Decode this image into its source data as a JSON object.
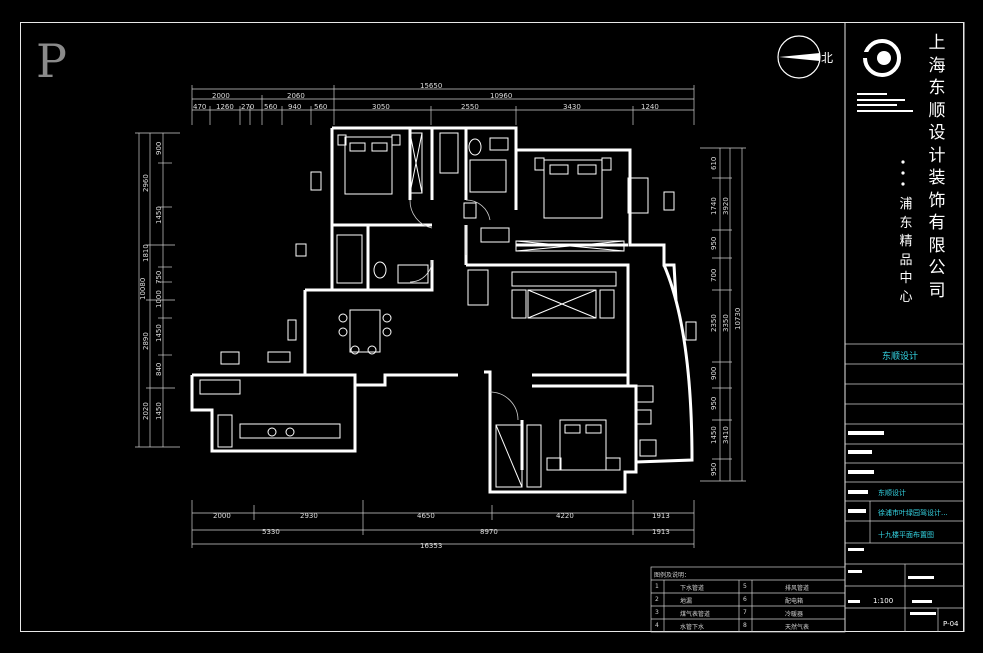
{
  "sheet_letter": "P",
  "north_label": "北",
  "title_block": {
    "company_chars": [
      "上",
      "海",
      "东",
      "顺",
      "设",
      "计",
      "装",
      "饰",
      "有",
      "限",
      "公",
      "司"
    ],
    "branch_chars": [
      "浦",
      "东",
      "精",
      "品",
      "中",
      "心"
    ],
    "brand_row": "东顺设计",
    "designer_label": "东顺设计",
    "project_label": "徐浦市叶绿园驾设计...",
    "drawing_name": "十九楼平面布置图",
    "scale_value": "1:100",
    "drawing_number": "P-04",
    "colors": {
      "accent_text": "#35d7e6",
      "line": "#e8e8e8"
    }
  },
  "legend": {
    "title": "图例及说明：",
    "rows": [
      {
        "n1": "1",
        "t1": "下水管道",
        "n2": "5",
        "t2": "排风管道"
      },
      {
        "n1": "2",
        "t1": "地漏",
        "n2": "6",
        "t2": "配电箱"
      },
      {
        "n1": "3",
        "t1": "煤气表管道",
        "n2": "7",
        "t2": "冷暖器"
      },
      {
        "n1": "4",
        "t1": "水管下水",
        "n2": "8",
        "t2": "天然气表"
      }
    ]
  },
  "dimensions": {
    "top_total": "15650",
    "top_mid_left": "2000",
    "top_mid_2": "2060",
    "top_mid_right": "10960",
    "top_row": [
      "470",
      "1260",
      "270",
      "560",
      "940",
      "560",
      "3050",
      "2550",
      "3430",
      "1240"
    ],
    "bottom_row": [
      "2000",
      "2930",
      "4650",
      "4220",
      "1913"
    ],
    "bottom_mid": [
      "5330",
      "8970",
      "1913"
    ],
    "bottom_total": "16353",
    "left_outer": "10080",
    "left_inner": [
      "900",
      "2960",
      "1450",
      "1810",
      "750",
      "1000",
      "1450",
      "2890",
      "840",
      "1450",
      "2020"
    ],
    "right_outer": "10730",
    "right_inner": [
      "610",
      "1740",
      "3920",
      "950",
      "700",
      "2350",
      "3350",
      "900",
      "950",
      "1450",
      "3410",
      "950"
    ]
  }
}
